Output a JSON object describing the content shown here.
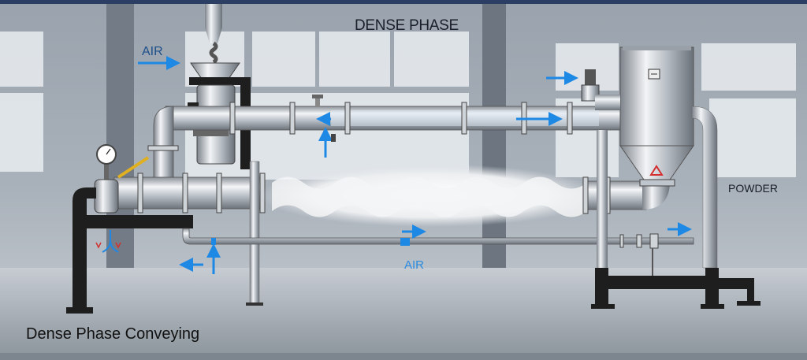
{
  "title": "DENSE PHASE",
  "labels": {
    "air_inlet": "AIR",
    "powder": "POWDER",
    "air_line": "AIR"
  },
  "caption": "Dense Phase Conveying",
  "colors": {
    "top_bar": "#2a3f63",
    "arrow": "#1e88e5",
    "frame": "#1e1e1e",
    "warning": "#d32f2f"
  }
}
